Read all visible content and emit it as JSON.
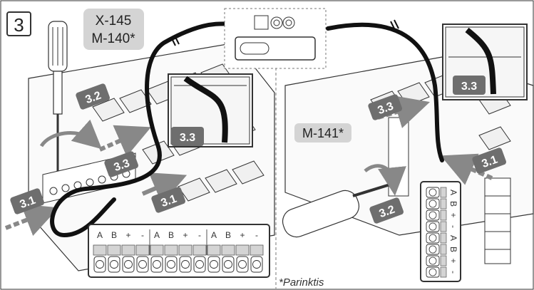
{
  "step_number": "3",
  "controller_labels": [
    "X-145",
    "M-140*"
  ],
  "expansion_label": "M-141*",
  "substeps": {
    "s31": "3.1",
    "s32": "3.2",
    "s33": "3.3"
  },
  "bus_terminals": {
    "controller": [
      "A",
      "B",
      "+",
      "-",
      "A",
      "B",
      "+",
      "-",
      "A",
      "B",
      "+",
      "-"
    ],
    "expansion": [
      "A",
      "B",
      "+",
      "-",
      "A",
      "B",
      "+",
      "-"
    ]
  },
  "footnote": "*Parinktis",
  "colors": {
    "tag_bg": "#6e6e6e",
    "label_bg": "#d4d4d4",
    "cable": "#111111",
    "line": "#333333",
    "light_fill": "#f3f3f3"
  },
  "icons": [
    "screwdriver-icon",
    "rotate-arrow-icon",
    "push-arrow-icon",
    "cable-icon",
    "terminal-block-icon",
    "controller-unit-icon"
  ]
}
